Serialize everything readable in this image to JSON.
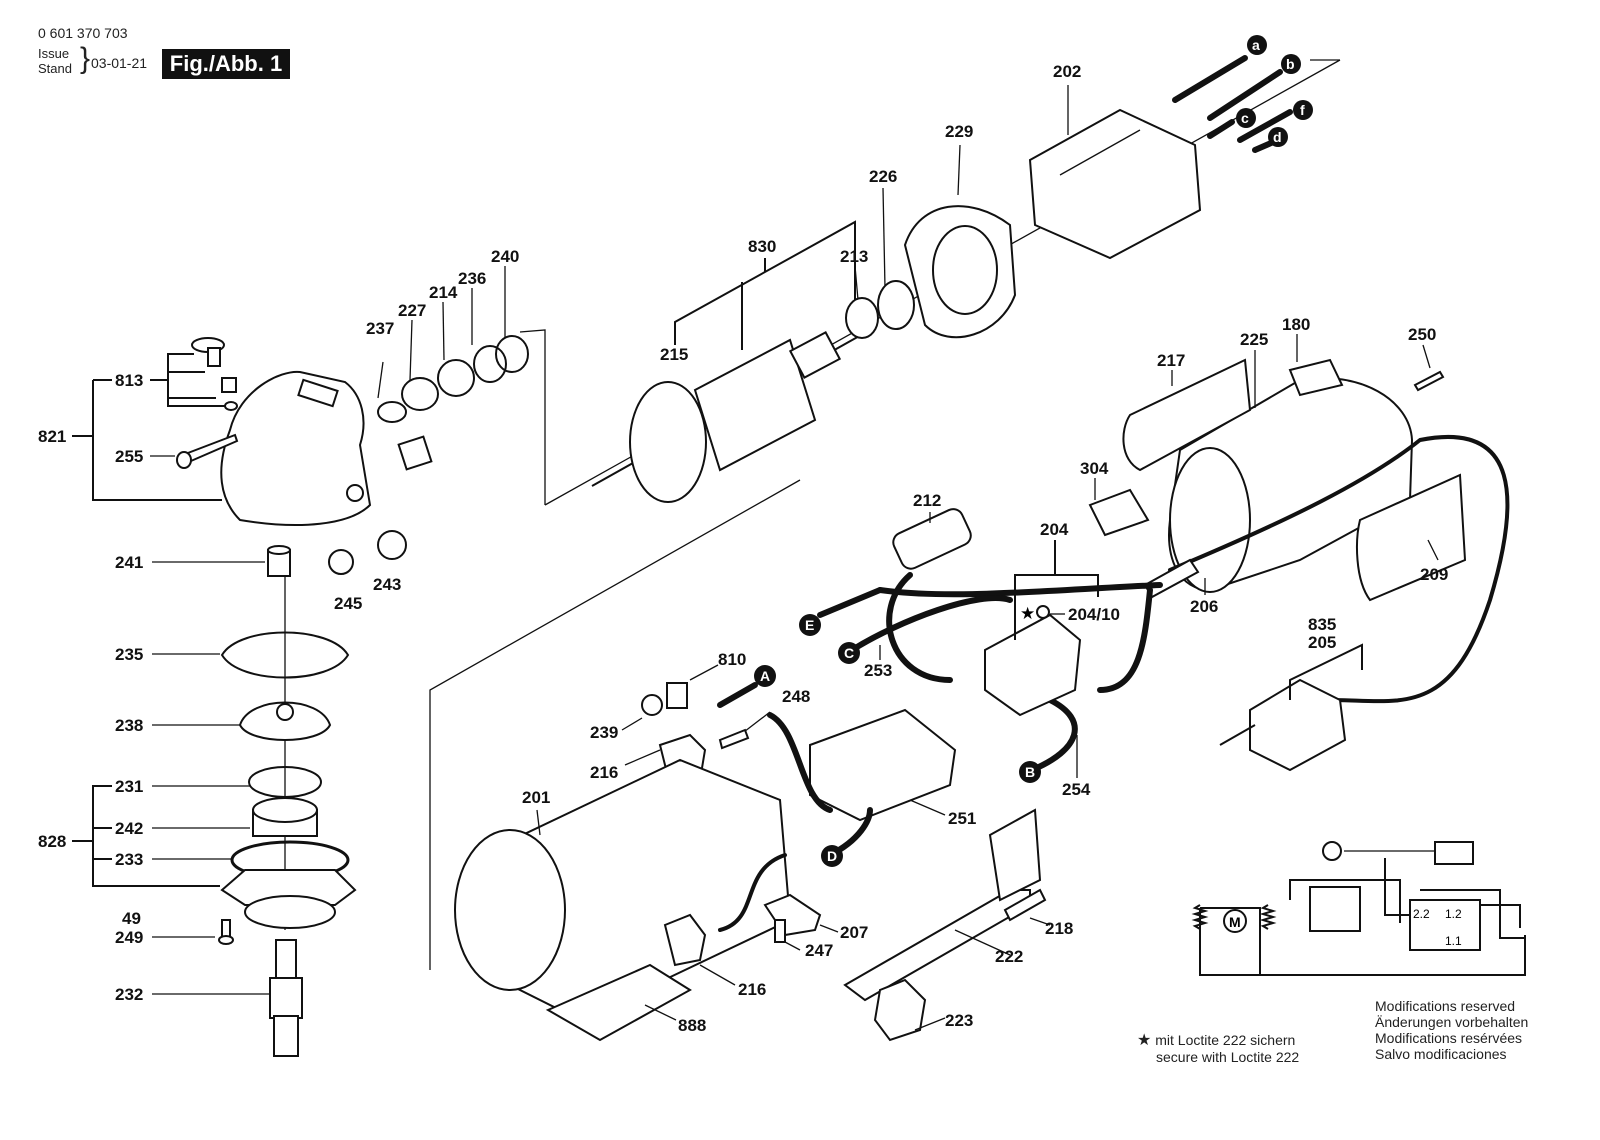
{
  "header": {
    "part_number": "0 601 370 703",
    "issue_label_en": "Issue",
    "issue_label_de": "Stand",
    "issue_date": "03-01-21",
    "figure_label": "Fig./Abb. 1"
  },
  "callouts": {
    "a": "a",
    "b": "b",
    "c": "c",
    "d": "d",
    "f": "f",
    "A": "A",
    "B": "B",
    "C": "C",
    "D": "D",
    "E": "E"
  },
  "parts": {
    "p202": "202",
    "p229": "229",
    "p226": "226",
    "p213": "213",
    "p830": "830",
    "p215": "215",
    "p240": "240",
    "p236": "236",
    "p214": "214",
    "p227": "227",
    "p237": "237",
    "p813": "813",
    "p821": "821",
    "p255": "255",
    "p241": "241",
    "p245": "245",
    "p243": "243",
    "p235": "235",
    "p238": "238",
    "p231": "231",
    "p242": "242",
    "p828": "828",
    "p233": "233",
    "p49": "49",
    "p249": "249",
    "p232": "232",
    "p217": "217",
    "p225": "225",
    "p180": "180",
    "p250": "250",
    "p304": "304",
    "p212": "212",
    "p204": "204",
    "p204_10": "204/10",
    "p206": "206",
    "p209": "209",
    "p253": "253",
    "p254": "254",
    "p835": "835",
    "p205": "205",
    "p810": "810",
    "p248": "248",
    "p239": "239",
    "p216a": "216",
    "p201": "201",
    "p251": "251",
    "p207": "207",
    "p247": "247",
    "p216b": "216",
    "p218": "218",
    "p222": "222",
    "p223": "223",
    "p888": "888"
  },
  "schematic": {
    "motor_label": "M",
    "terminals": [
      "2.2",
      "1.2",
      "1.1"
    ]
  },
  "notes": {
    "loctite_star": "★",
    "loctite_de": "mit Loctite 222 sichern",
    "loctite_en": "secure with Loctite 222",
    "mods": [
      "Modifications reserved",
      "Änderungen vorbehalten",
      "Modifications resérvées",
      "Salvo modificaciones"
    ]
  }
}
